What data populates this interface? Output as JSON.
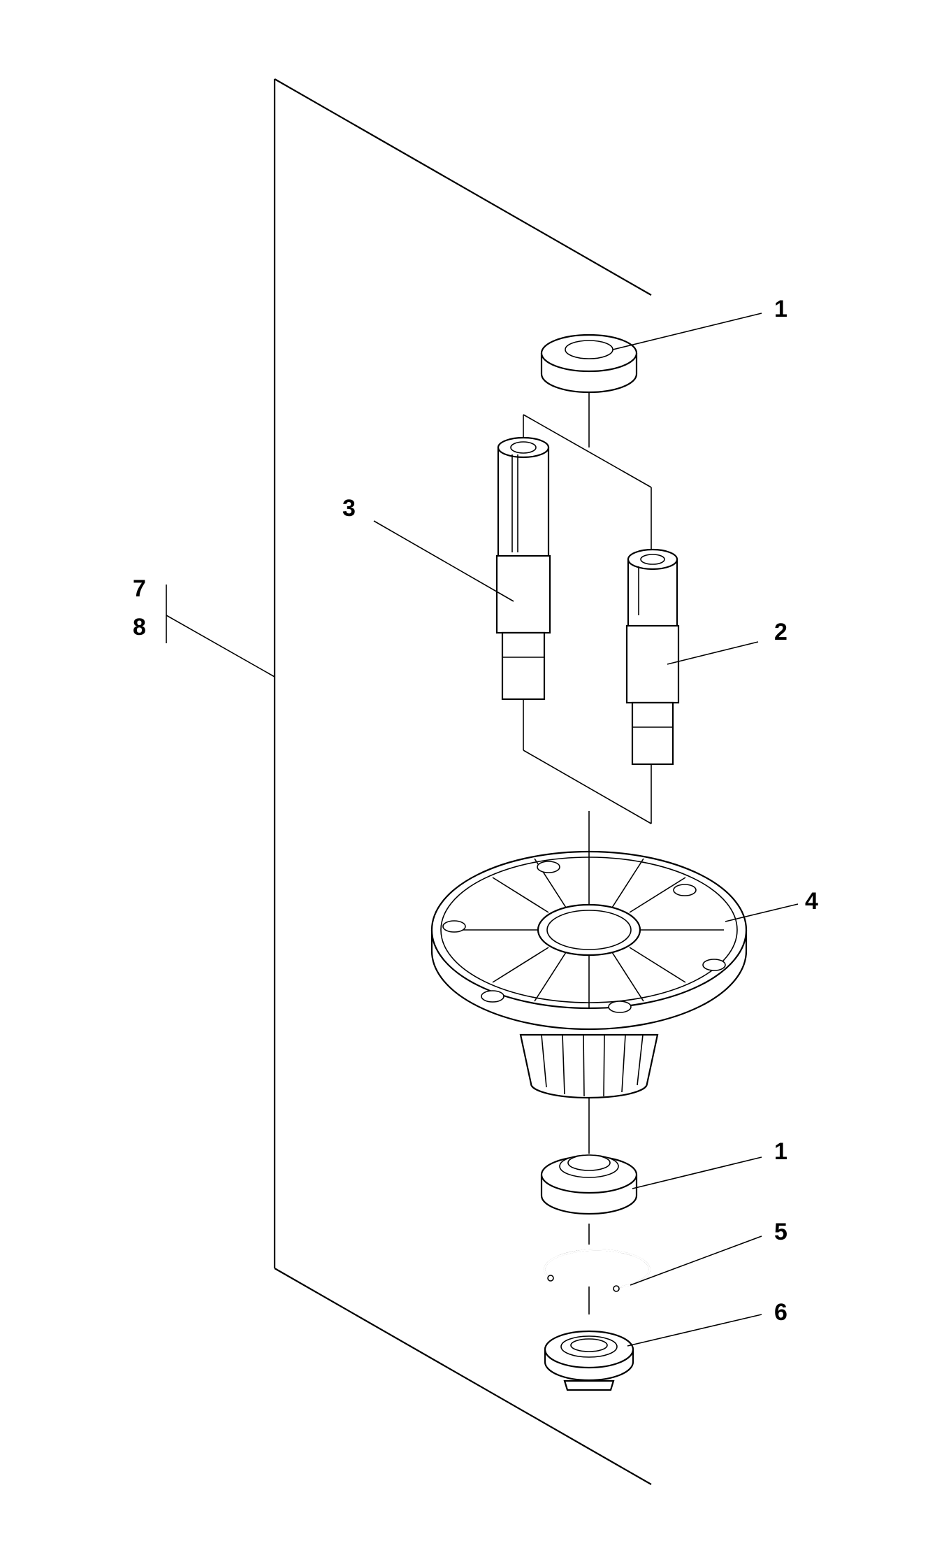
{
  "callouts": {
    "c1_top": "1",
    "c3": "3",
    "c2": "2",
    "c7": "7",
    "c8": "8",
    "c4": "4",
    "c1_bottom": "1",
    "c5": "5",
    "c6": "6"
  }
}
